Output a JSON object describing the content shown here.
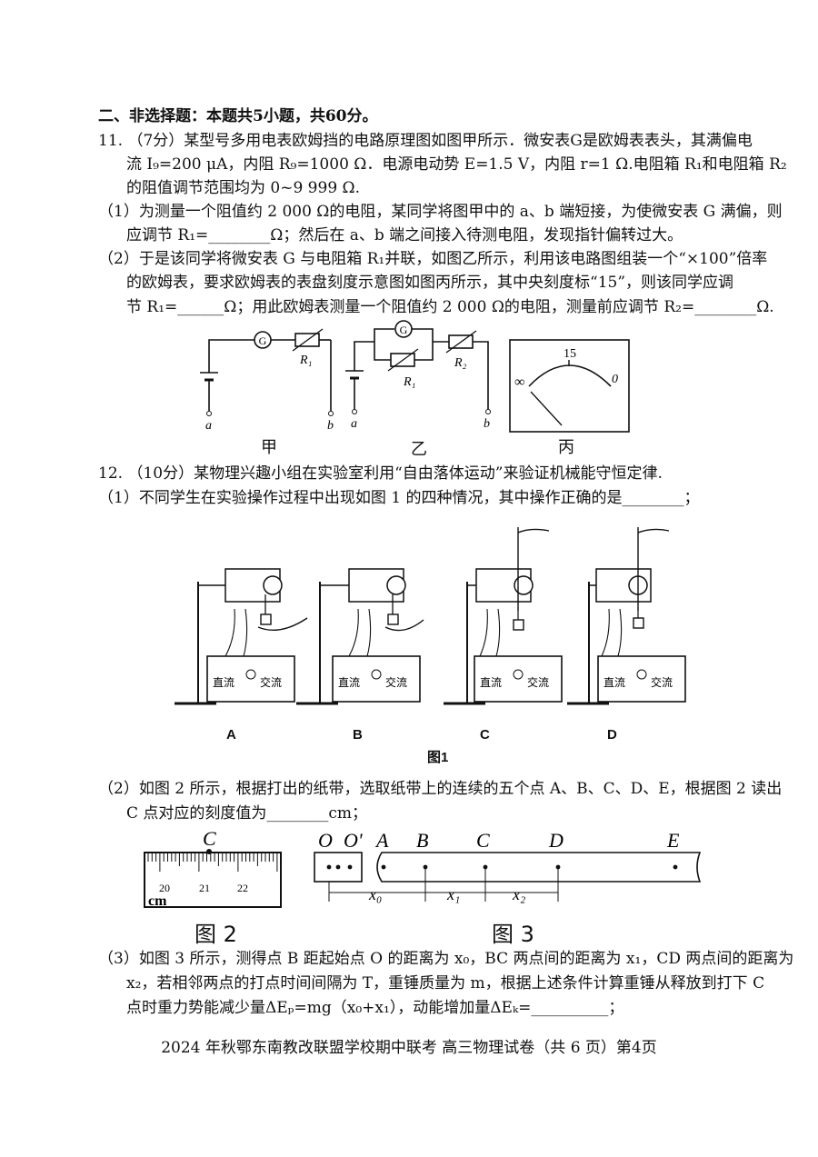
{
  "section_heading": "二、非选择题：本题共5小题，共60分。",
  "q11": {
    "l1": "11.   （7分）某型号多用电表欧姆挡的电路原理图如图甲所示．微安表G是欧姆表表头，其满偏电",
    "l2": "流 I₉=200 μA，内阻 R₉=1000 Ω．电源电动势 E=1.5 V，内阻 r=1 Ω.电阻箱 R₁和电阻箱 R₂",
    "l3": "的阻值调节范围均为 0~9 999 Ω.",
    "p1a": "（1）为测量一个阻值约 2 000 Ω的电阻，某同学将图甲中的 a、b 端短接，为使微安表 G 满偏，则",
    "p1b": "应调节 R₁=________Ω；然后在 a、b 端之间接入待测电阻，发现指针偏转过大。",
    "p2a": "（2）于是该同学将微安表 G 与电阻箱 R₁并联，如图乙所示，利用该电路图组装一个“×100”倍率",
    "p2b": "的欧姆表，要求欧姆表的表盘刻度示意图如图丙所示，其中央刻度标“15”，则该同学应调",
    "p2c": "节 R₁=______Ω；用此欧姆表测量一个阻值约 2 000 Ω的电阻，测量前应调节 R₂=________Ω."
  },
  "fig11": {
    "cap_jia": "甲",
    "cap_yi": "乙",
    "cap_bing": "丙",
    "g": "G",
    "r1": "R₁",
    "r2": "R₂",
    "a": "a",
    "b": "b",
    "dial_mid": "15",
    "dial_inf": "∞",
    "dial_zero": "0"
  },
  "q12": {
    "l1": "12.   （10分）某物理兴趣小组在实验室利用“自由落体运动”来验证机械能守恒定律.",
    "p1": "（1）不同学生在实验操作过程中出现如图 1 的四种情况，其中操作正确的是________；",
    "p2a": "（2）如图 2 所示，根据打出的纸带，选取纸带上的连续的五个点 A、B、C、D、E，根据图 2 读出",
    "p2b": "C 点对应的刻度值为________cm；",
    "p3a": "（3）如图 3 所示，测得点 B 距起始点 O 的距离为 x₀，BC 两点间的距离为 x₁，CD 两点间的距离为",
    "p3b": "x₂，若相邻两点的打点时间间隔为 T，重锤质量为 m，根据上述条件计算重锤从释放到打下 C",
    "p3c": "点时重力势能减少量ΔEₚ=mg（x₀+x₁），动能增加量ΔEₖ=__________；"
  },
  "fig1": {
    "labels": [
      "A",
      "B",
      "C",
      "D"
    ],
    "dc": "直流",
    "ac": "交流",
    "caption": "图1"
  },
  "fig2": {
    "point": "C",
    "ticks": [
      "20",
      "21",
      "22"
    ],
    "unit": "cm",
    "caption": "图 2"
  },
  "fig3": {
    "o1": "O",
    "o2": "O'",
    "points": [
      "A",
      "B",
      "C",
      "D",
      "E"
    ],
    "x0": "x₀",
    "x1": "x₁",
    "x2": "x₂",
    "caption": "图 3"
  },
  "footer": "2024 年秋鄂东南教改联盟学校期中联考  高三物理试卷（共 6 页）第4页"
}
